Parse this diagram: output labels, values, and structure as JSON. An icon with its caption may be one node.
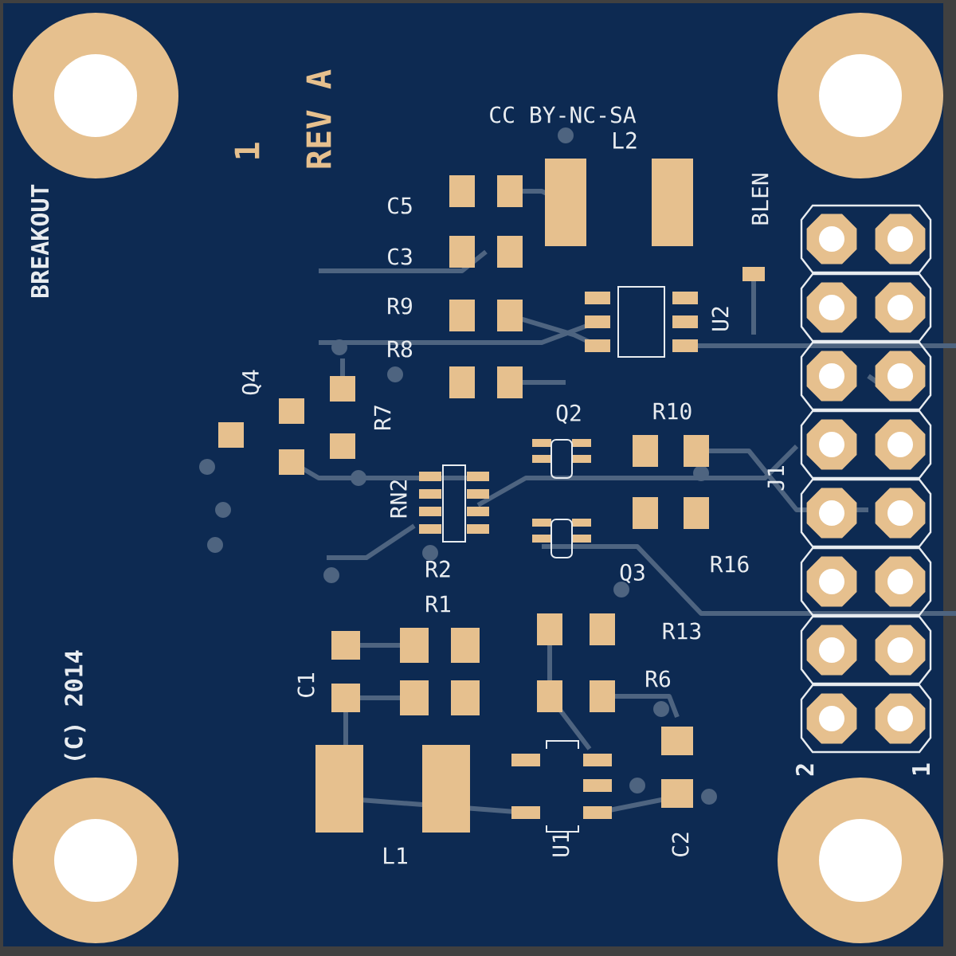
{
  "diagram": {
    "labels": [
      "REV A",
      "1",
      "CC BY-NC-SA",
      "L2",
      "C5",
      "BLEN",
      "C3",
      "R9",
      "U2",
      "R8",
      "Q4",
      "R7",
      "Q2",
      "R10",
      "J1",
      "RN2",
      "R2",
      "R16",
      "Q3",
      "R1",
      "R13",
      "C1",
      "R6",
      "L1",
      "U1",
      "C2",
      "2",
      "1",
      "BREAKOUT",
      "(C) 2014"
    ]
  }
}
